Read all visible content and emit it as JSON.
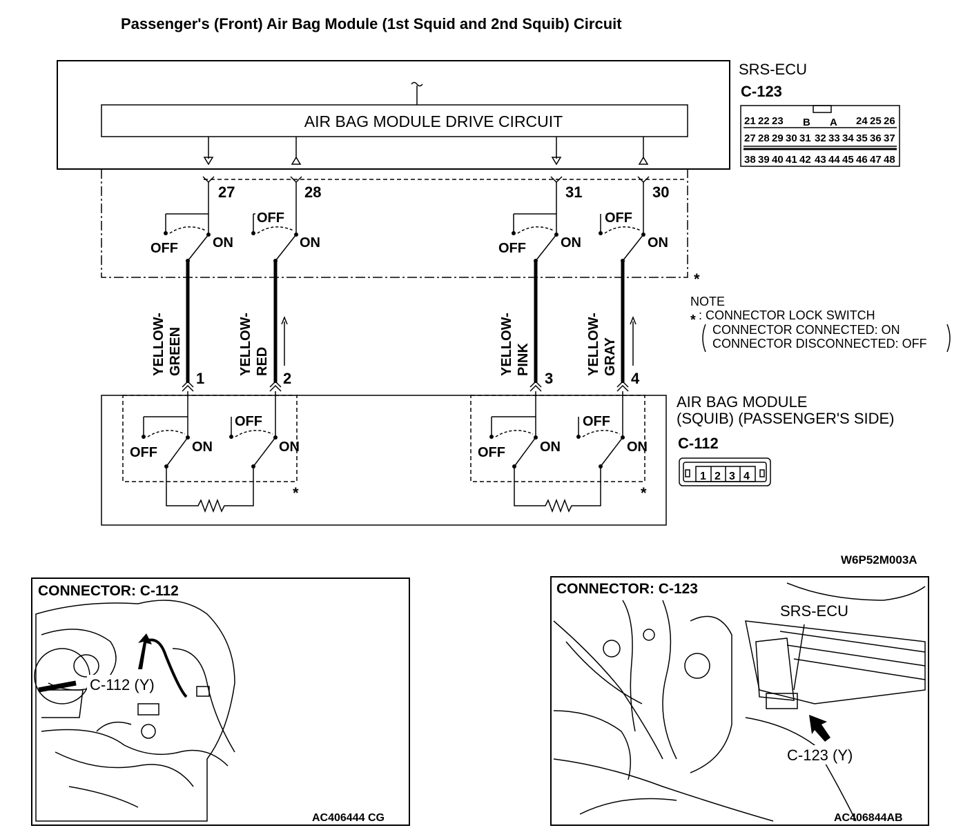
{
  "title": "Passenger's (Front) Air Bag Module (1st Squid and 2nd Squib) Circuit",
  "ecu": {
    "name": "SRS-ECU",
    "connector": "C-123",
    "drive_circuit_label": "AIR BAG MODULE DRIVE CIRCUIT",
    "pins": [
      "27",
      "28",
      "31",
      "30"
    ],
    "connector_rows": [
      [
        "21",
        "22",
        "23",
        "B",
        "A",
        "24",
        "25",
        "26"
      ],
      [
        "27",
        "28",
        "29",
        "30",
        "31",
        "32",
        "33",
        "34",
        "35",
        "36",
        "37"
      ],
      [
        "38",
        "39",
        "40",
        "41",
        "42",
        "43",
        "44",
        "45",
        "46",
        "47",
        "48"
      ]
    ]
  },
  "switch_labels": {
    "off": "OFF",
    "on": "ON"
  },
  "wires": [
    {
      "line1": "YELLOW-",
      "line2": "GREEN",
      "module_pin": "1"
    },
    {
      "line1": "YELLOW-",
      "line2": "RED",
      "module_pin": "2"
    },
    {
      "line1": "YELLOW-",
      "line2": "PINK",
      "module_pin": "3"
    },
    {
      "line1": "YELLOW-",
      "line2": "GRAY",
      "module_pin": "4"
    }
  ],
  "note": {
    "heading": "NOTE",
    "line1": ": CONNECTOR LOCK SWITCH",
    "line2": "CONNECTOR CONNECTED: ON",
    "line3": "CONNECTOR DISCONNECTED: OFF",
    "star": "*"
  },
  "module": {
    "line1": "AIR BAG MODULE",
    "line2": "(SQUIB) (PASSENGER'S SIDE)",
    "connector": "C-112",
    "connector_pins": [
      "1",
      "2",
      "3",
      "4"
    ]
  },
  "figure_code": "W6P52M003A",
  "photo_left": {
    "heading": "CONNECTOR: C-112",
    "callout": "C-112 (Y)",
    "code": "AC406444 CG"
  },
  "photo_right": {
    "heading": "CONNECTOR: C-123",
    "callout_ecu": "SRS-ECU",
    "callout": "C-123 (Y)",
    "code": "AC406844AB"
  }
}
